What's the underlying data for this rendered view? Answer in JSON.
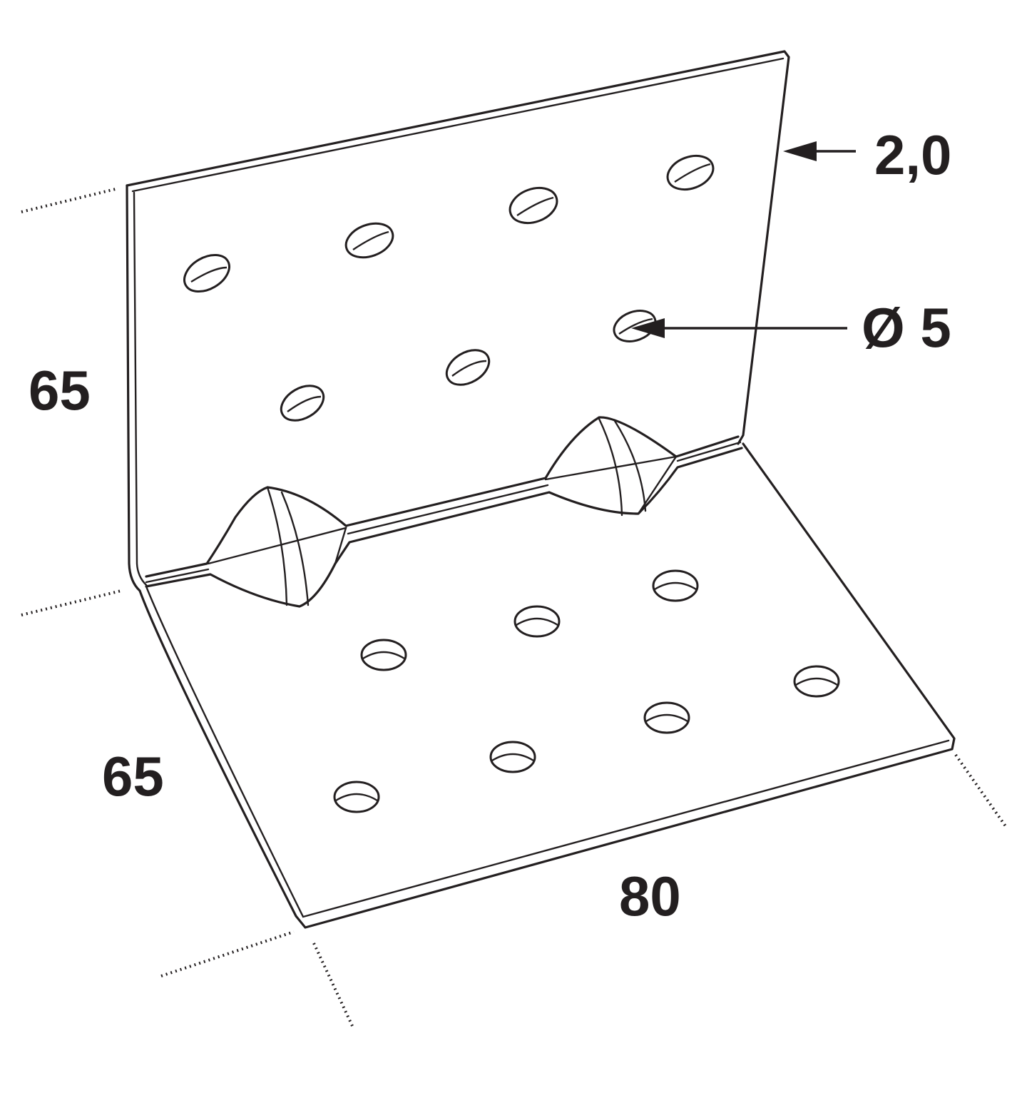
{
  "dimensions": {
    "height": "65",
    "depth": "65",
    "width": "80",
    "thickness": "2,0",
    "hole_diameter": "Ø 5"
  },
  "colors": {
    "line": "#231f20",
    "background": "#ffffff"
  }
}
